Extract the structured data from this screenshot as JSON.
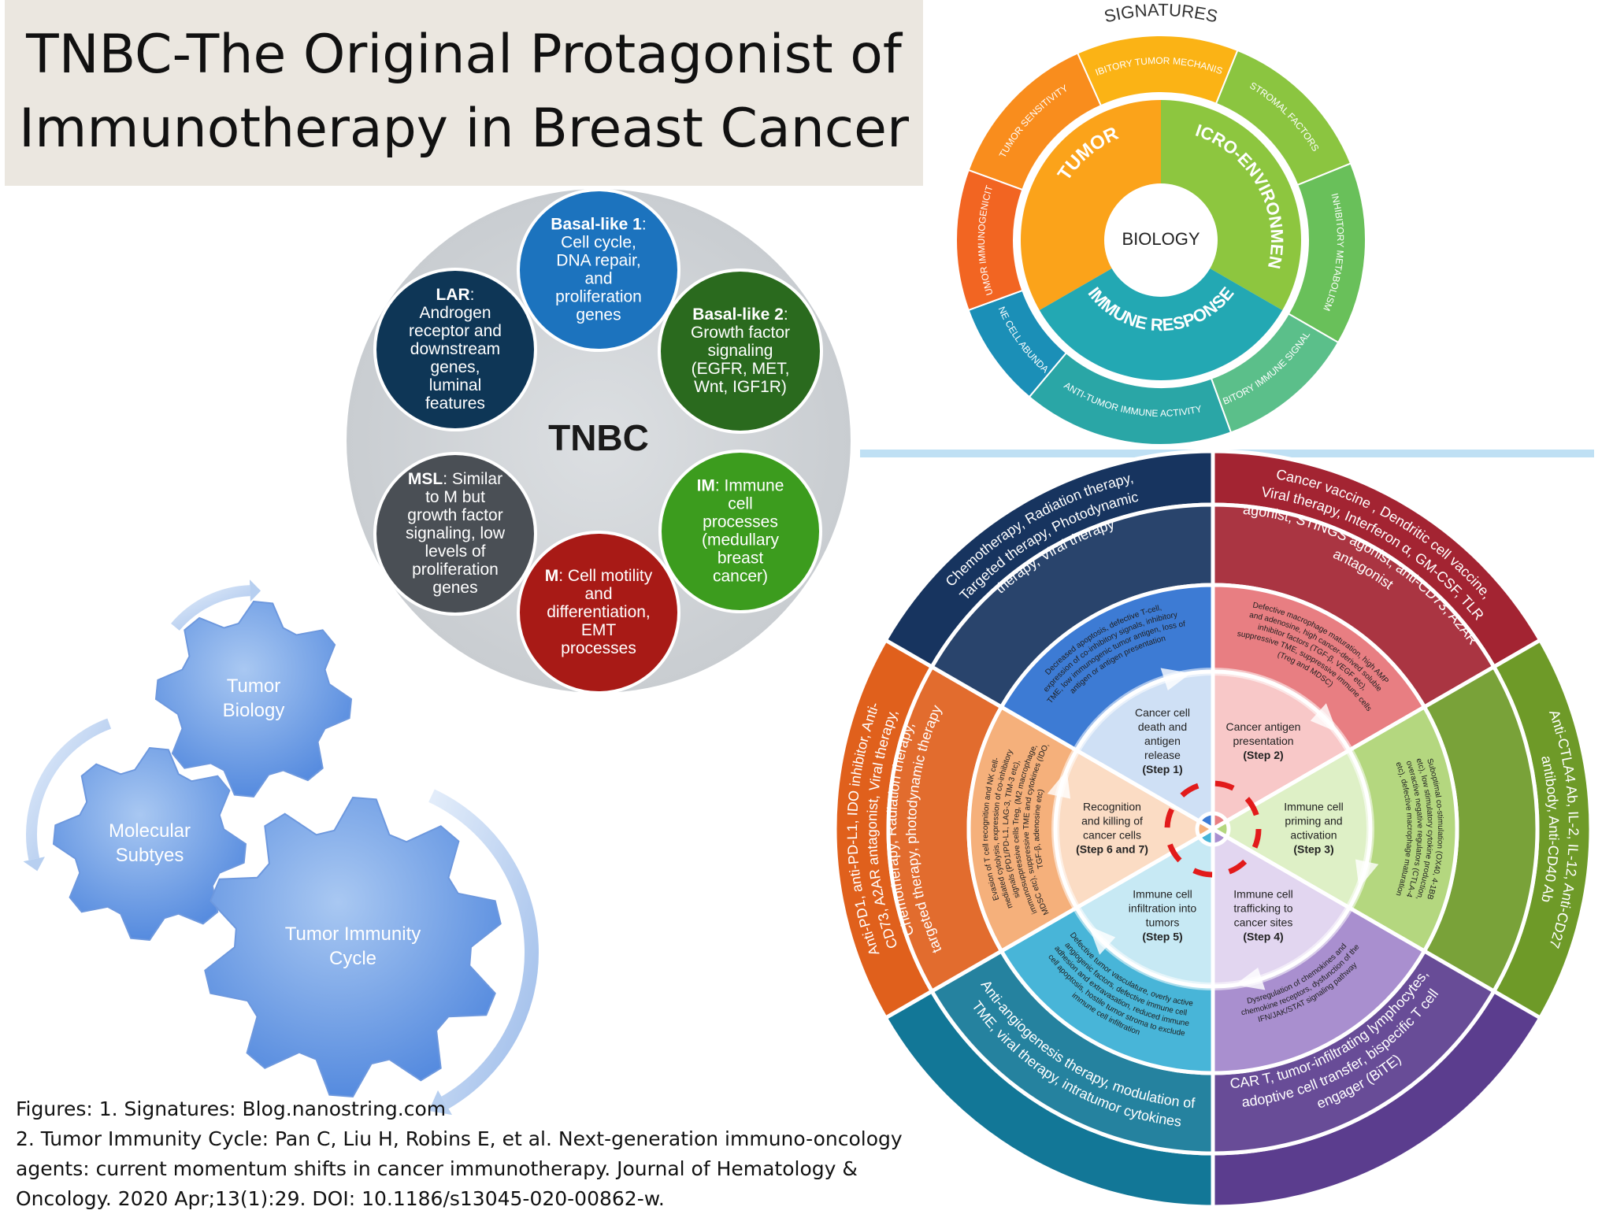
{
  "title": {
    "line1": "TNBC-The Original Protagonist of",
    "line2": "Immunotherapy in Breast Cancer"
  },
  "tnbc": {
    "center": "TNBC",
    "subtypes": [
      {
        "color": "#1c73be",
        "lines": [
          [
            "Basal-like 1",
            ":"
          ],
          [
            "Cell cycle,"
          ],
          [
            "DNA repair,"
          ],
          [
            "and"
          ],
          [
            "proliferation"
          ],
          [
            "genes"
          ]
        ]
      },
      {
        "color": "#2a6a1e",
        "lines": [
          [
            "Basal-like 2",
            ":"
          ],
          [
            "Growth factor"
          ],
          [
            "signaling"
          ],
          [
            "(EGFR, MET,"
          ],
          [
            "Wnt, IGF1R)"
          ]
        ]
      },
      {
        "color": "#3c9c1e",
        "lines": [
          [
            "IM",
            ": Immune"
          ],
          [
            "cell"
          ],
          [
            "processes"
          ],
          [
            "(medullary"
          ],
          [
            "breast"
          ],
          [
            "cancer)"
          ]
        ]
      },
      {
        "color": "#a81a16",
        "lines": [
          [
            "M",
            ": Cell motility"
          ],
          [
            "and"
          ],
          [
            "differentiation,"
          ],
          [
            "EMT"
          ],
          [
            "processes"
          ]
        ]
      },
      {
        "color": "#4a4f55",
        "lines": [
          [
            "MSL",
            ": Similar"
          ],
          [
            "to M but"
          ],
          [
            "growth factor"
          ],
          [
            "signaling, low"
          ],
          [
            "levels of"
          ],
          [
            "proliferation"
          ],
          [
            "genes"
          ]
        ]
      },
      {
        "color": "#0e3656",
        "lines": [
          [
            "LAR",
            ":"
          ],
          [
            "Androgen"
          ],
          [
            "receptor and"
          ],
          [
            "downstream"
          ],
          [
            "genes,"
          ],
          [
            "luminal"
          ],
          [
            "features"
          ]
        ]
      }
    ]
  },
  "signatures": {
    "header": "SIGNATURES",
    "center": "BIOLOGY",
    "inner": [
      "TUMOR",
      "MICRO-ENVIRONMENT",
      "IMMUNE RESPONSE"
    ],
    "outer": [
      {
        "label": "TUMOR SENSITIVITY",
        "color": "#f98d1d"
      },
      {
        "label": "INHIBITORY TUMOR MECHANISMS",
        "color": "#fbb315"
      },
      {
        "label": "STROMAL FACTORS",
        "color": "#8bc540"
      },
      {
        "label": "INHIBITORY METABOLISM",
        "color": "#69c05a"
      },
      {
        "label": "INHIBITORY IMMUNE SIGNALLING",
        "color": "#5bbf8a"
      },
      {
        "label": "ANTI-TUMOR IMMUNE ACTIVITY",
        "color": "#2aa6a6"
      },
      {
        "label": "IMMUNE CELL ABUNDANCE",
        "color": "#1b8fb7"
      },
      {
        "label": "TUMOR IMMUNOGENICITY",
        "color": "#f26522"
      }
    ]
  },
  "gears": {
    "labels": [
      "Tumor Biology",
      "Molecular Subtyes",
      "Tumor Immunity Cycle"
    ]
  },
  "cycle": {
    "outer": [
      {
        "color": "#a32432",
        "lines": [
          "Cancer vaccine , Dendritic cell vaccine,",
          "Viral therapy, Interferon α, GM-CSF, TLR",
          "agonist, STINGS agonist, anti-CD73, A2AR",
          "antagonist"
        ]
      },
      {
        "color": "#6e9a28",
        "lines": [
          "Anti-CTLA4 Ab, IL-2, IL-12, Anti-CD27",
          "antibody,  Anti-CD40 Ab"
        ]
      },
      {
        "color": "#5b3d8e",
        "lines": [
          "CAR T, tumor-infiltrating lymphocytes,",
          "adoptive cell transfer, bispecific T cell",
          "engager (BiTE)"
        ]
      },
      {
        "color": "#127797",
        "lines": [
          "Anti-angiogenesis therapy, modulation of",
          "TME, viral therapy, intratumor cytokines"
        ]
      },
      {
        "color": "#e0601c",
        "lines": [
          "Anti-PD1, anti-PD-L1, IDO inhibitor, Anti-",
          "CD73, A2AR antagonist, Viral therapy,",
          "Chemotherapy, Radiation therapy,",
          "targeted therapy, photodynamic therapy"
        ]
      },
      {
        "color": "#17345f",
        "lines": [
          "Chemotherapy, Radiation therapy,",
          "Targeted therapy, Photodynamic",
          "therapy, Viral therapy"
        ]
      }
    ],
    "middle": [
      {
        "color": "#e87e82",
        "lines": [
          "Defective macrophage maturation, high AMP",
          "and adenosine, high cancer-derived soluble",
          "inhibitor factors (TGF-β, VEGF etc),",
          "suppressive TME, suppressive immune cells",
          "(Treg and MDSC)"
        ]
      },
      {
        "color": "#b4d77f",
        "lines": [
          "Suboptimal co-stimulation (OX40, 4-1BB",
          "etc), low stimulatory cytokine production,",
          "overactive negative regulators (CTLA-4",
          "etc), defective macrophage maturation"
        ]
      },
      {
        "color": "#a98fcf",
        "lines": [
          "Dysregulation of chemokines and",
          "chemokine receptors, dysfunction of the",
          "IFN/JAK/STAT signaling pathway"
        ]
      },
      {
        "color": "#48b5d8",
        "lines": [
          "Defective tumor vasculature, overly active",
          "angiogenic factors, defective immune cell",
          "adhesion and extravasation, reduced immune",
          "cell apoptosis, hostile tumor stroma to exclude",
          "immune cell infiltration"
        ]
      },
      {
        "color": "#f5b07b",
        "lines": [
          "Evasion of T cell recognition and NK cell-",
          "mediated cytolysis, expression of co-inhibitory",
          "signals (PD1/PD-L1, LAG-3, TIM-3 etc),",
          "immunosuppressive cells Treg, (M2 macrophage,",
          "MDSC etc), suppressive TME and cytokines (IDO,",
          "TGF-β, adenosine etc)"
        ]
      },
      {
        "color": "#3d7bd4",
        "lines": [
          "Decreased apoptosis, defective T-cell,",
          "expression of co-inhibitory signals, inhibitory",
          "TME, low immunogenic tumor antigen, loss of",
          "antigen or antigen presentation"
        ]
      }
    ],
    "inner": [
      {
        "color": "#f8c8c8",
        "lines": [
          "Cancer antigen",
          "presentation",
          "(Step 2)"
        ]
      },
      {
        "color": "#def0c6",
        "lines": [
          "Immune cell",
          "priming and",
          "activation",
          "(Step 3)"
        ]
      },
      {
        "color": "#e2d6f0",
        "lines": [
          "Immune cell",
          "trafficking to",
          "cancer sites",
          "(Step 4)"
        ]
      },
      {
        "color": "#c7e9f4",
        "lines": [
          "Immune cell",
          "infiltration into",
          "tumors",
          "(Step 5)"
        ]
      },
      {
        "color": "#fbdcc4",
        "lines": [
          "Recognition",
          "and killing of",
          "cancer cells",
          "(Step 6 and 7)"
        ]
      },
      {
        "color": "#cfe0f5",
        "lines": [
          "Cancer cell",
          "death and",
          "antigen",
          "release",
          "(Step 1)"
        ]
      }
    ]
  },
  "references": [
    "Figures: 1.  Signatures: Blog.nanostring.com",
    "2. Tumor Immunity Cycle:  Pan C, Liu H, Robins E, et al. Next-generation immuno-oncology",
    "agents: current momentum shifts in cancer immunotherapy. Journal of Hematology &",
    "Oncology. 2020 Apr;13(1):29. DOI: 10.1186/s13045-020-00862-w."
  ]
}
